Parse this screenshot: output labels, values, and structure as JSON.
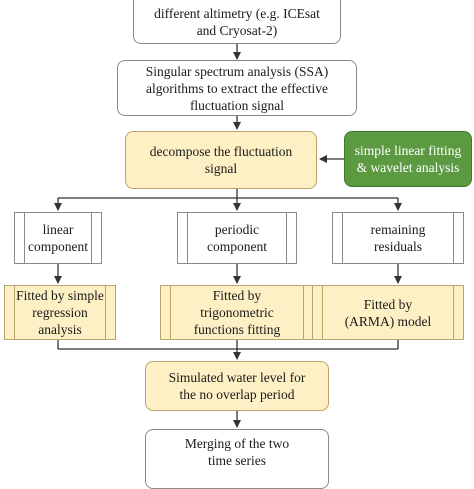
{
  "boxes": {
    "top": {
      "lines": [
        "different altimetry (e.g. ICEsat",
        "and Cryosat-2)"
      ]
    },
    "ssa": {
      "lines": [
        "Singular spectrum analysis (SSA)",
        "algorithms to extract the effective",
        "fluctuation signal"
      ]
    },
    "decompose": {
      "lines": [
        "decompose the fluctuation",
        "signal"
      ]
    },
    "method": {
      "lines": [
        "simple linear fitting",
        "& wavelet analysis"
      ]
    },
    "linear": {
      "lines": [
        "linear",
        "component"
      ]
    },
    "periodic": {
      "lines": [
        "periodic",
        "component"
      ]
    },
    "residuals": {
      "lines": [
        "remaining",
        "residuals"
      ]
    },
    "fit_linear": {
      "lines": [
        "Fitted by simple",
        "regression",
        "analysis"
      ]
    },
    "fit_periodic": {
      "lines": [
        "Fitted by",
        "trigonometric",
        "functions fitting"
      ]
    },
    "fit_residuals": {
      "lines": [
        "Fitted by",
        "(ARMA) model"
      ]
    },
    "simulated": {
      "lines": [
        "Simulated water level for",
        "the no overlap period"
      ]
    },
    "merging": {
      "lines": [
        "Merging of the two",
        "time series"
      ]
    }
  },
  "colors": {
    "yellow_fill": "#fdf0c4",
    "green_fill": "#5c9a42",
    "line": "#333333"
  }
}
